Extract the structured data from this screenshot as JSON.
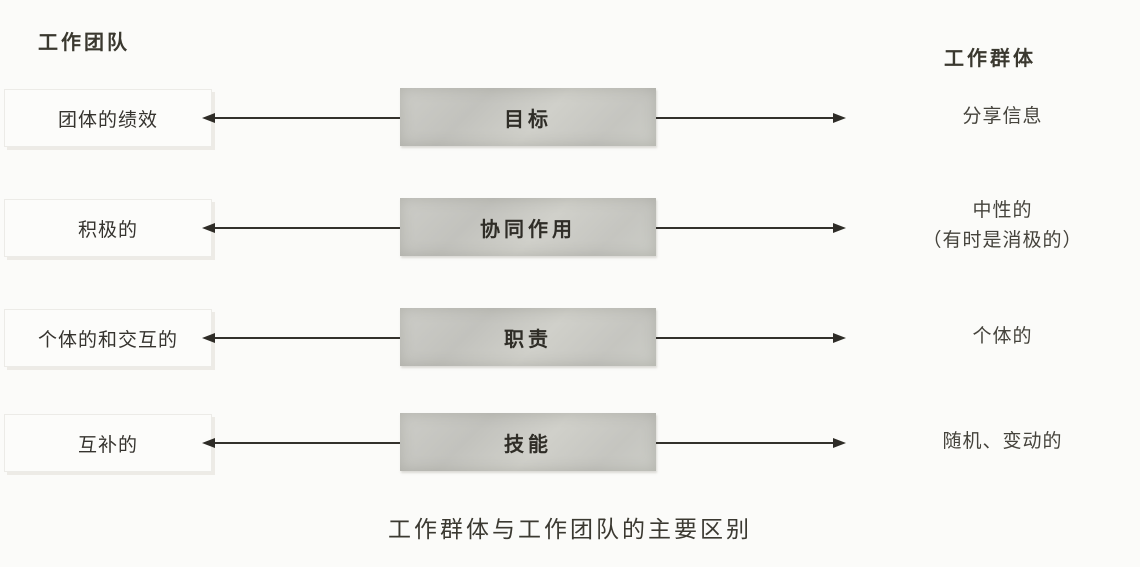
{
  "header": {
    "left": "工作团队",
    "right": "工作群体"
  },
  "rows": [
    {
      "dimension": "目标",
      "team": "团体的绩效",
      "group": "分享信息",
      "group_line2": ""
    },
    {
      "dimension": "协同作用",
      "team": "积极的",
      "group": "中性的",
      "group_line2": "（有时是消极的）"
    },
    {
      "dimension": "职责",
      "team": "个体的和交互的",
      "group": "个体的",
      "group_line2": ""
    },
    {
      "dimension": "技能",
      "team": "互补的",
      "group": "随机、变动的",
      "group_line2": ""
    }
  ],
  "caption": "工作群体与工作团队的主要区别"
}
